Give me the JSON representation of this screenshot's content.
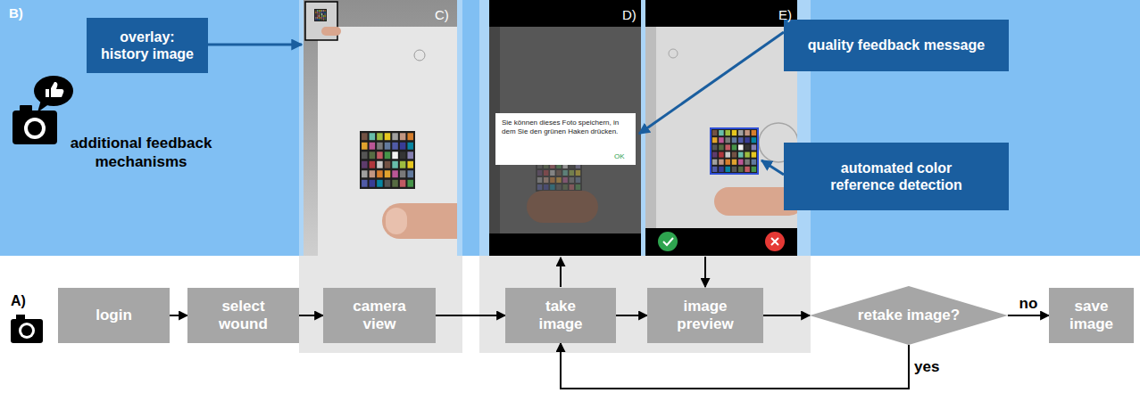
{
  "diagram": {
    "nodes": [
      {
        "text": [
          "B)",
          "additional feedback mechanisms"
        ]
      },
      {
        "text": [
          "overlay: history image"
        ],
        "in": 0
      },
      {
        "text": [
          "quality feedback message"
        ],
        "in": 0
      },
      {
        "text": [
          "automated color reference detection"
        ],
        "in": 0
      },
      {
        "text": [
          "login"
        ]
      },
      {
        "text": [
          "select wound"
        ]
      },
      {
        "text": [
          "camera view"
        ]
      },
      {
        "text": [
          "take image"
        ]
      },
      {
        "text": [
          "image preview"
        ]
      },
      {
        "text": [
          "retake image?"
        ]
      },
      {
        "text": [
          "save image"
        ]
      }
    ],
    "edges": [
      {
        "from": 4,
        "to": 5,
        "arrow": "to"
      },
      {
        "from": 5,
        "to": 6,
        "arrow": "to"
      },
      {
        "from": 6,
        "to": 7,
        "arrow": "to"
      },
      {
        "from": 7,
        "to": 8,
        "arrow": "to"
      },
      {
        "from": 8,
        "to": 9,
        "arrow": "to"
      },
      {
        "from": 9,
        "to": 10,
        "label": "no",
        "arrow": "to"
      },
      {
        "from": 9,
        "to": 7,
        "label": "yes",
        "arrow": "to"
      }
    ],
    "labels": [
      "A)",
      "C)",
      "D)",
      "E)",
      "Sie können dieses Foto speichern, in dem Sie den grünen Haken drücken.",
      "OK"
    ]
  }
}
